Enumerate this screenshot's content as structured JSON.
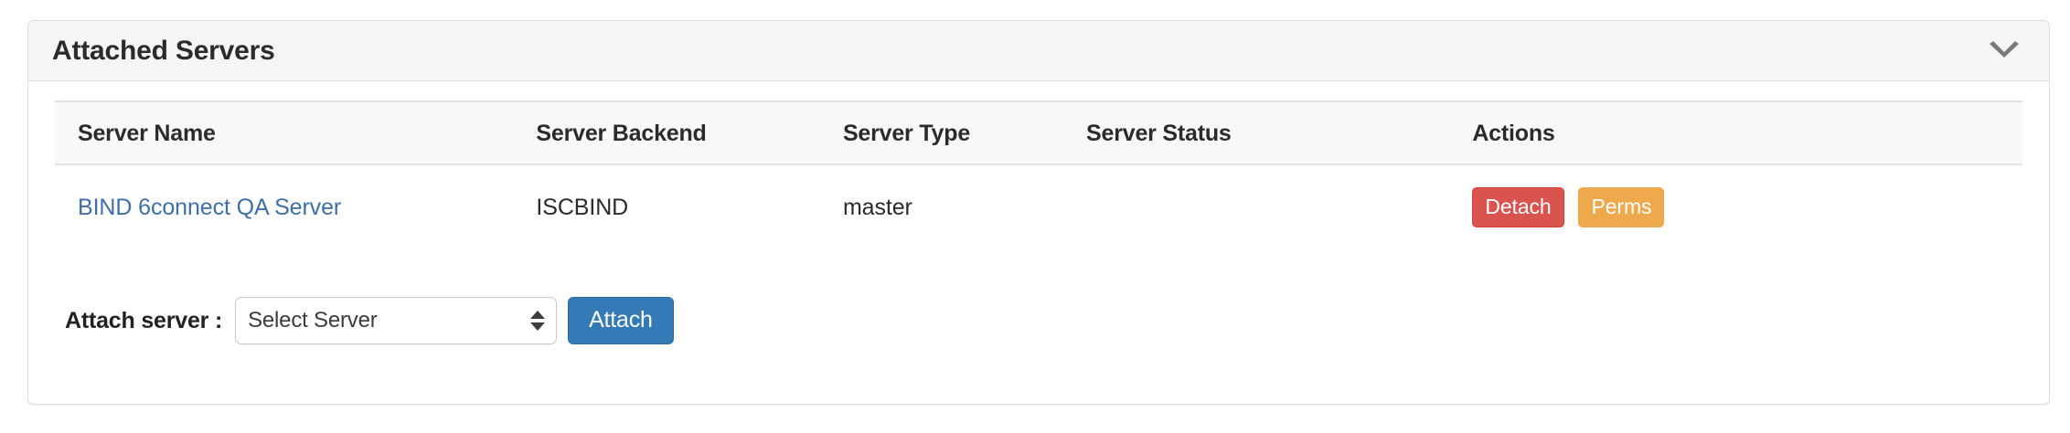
{
  "panel": {
    "title": "Attached Servers",
    "collapse_icon": "chevron-down-icon"
  },
  "table": {
    "columns": [
      "Server Name",
      "Server Backend",
      "Server Type",
      "Server Status",
      "Actions"
    ],
    "rows": [
      {
        "server_name": "BIND 6connect QA Server",
        "server_backend": "ISCBIND",
        "server_type": "master",
        "server_status": "",
        "actions": [
          {
            "label": "Detach",
            "style": "danger"
          },
          {
            "label": "Perms",
            "style": "warning"
          }
        ]
      }
    ]
  },
  "attach_form": {
    "label": "Attach server :",
    "select_value": "Select Server",
    "select_options": [
      "Select Server"
    ],
    "submit_label": "Attach"
  },
  "colors": {
    "link": "#3f6fa8",
    "danger": "#d9534f",
    "warning": "#eda94c",
    "primary": "#337ab7",
    "panel_header_bg": "#f5f5f5",
    "table_header_bg": "#f8f8f8",
    "border": "#dddddd"
  }
}
